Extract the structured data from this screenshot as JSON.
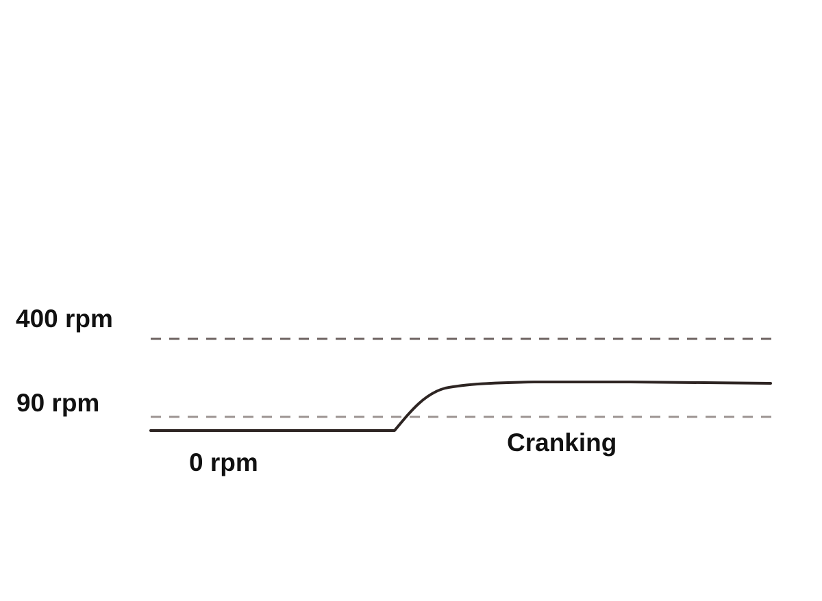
{
  "diagram": {
    "colors": {
      "background": "#ffffff",
      "trace": "#2e2523",
      "threshold_high": "#6e6361",
      "threshold_low": "#9c9492",
      "text": "#111111"
    },
    "labels": {
      "threshold_high": "400 rpm",
      "threshold_low": "90 rpm",
      "baseline": "0 rpm",
      "state": "Cranking"
    }
  }
}
